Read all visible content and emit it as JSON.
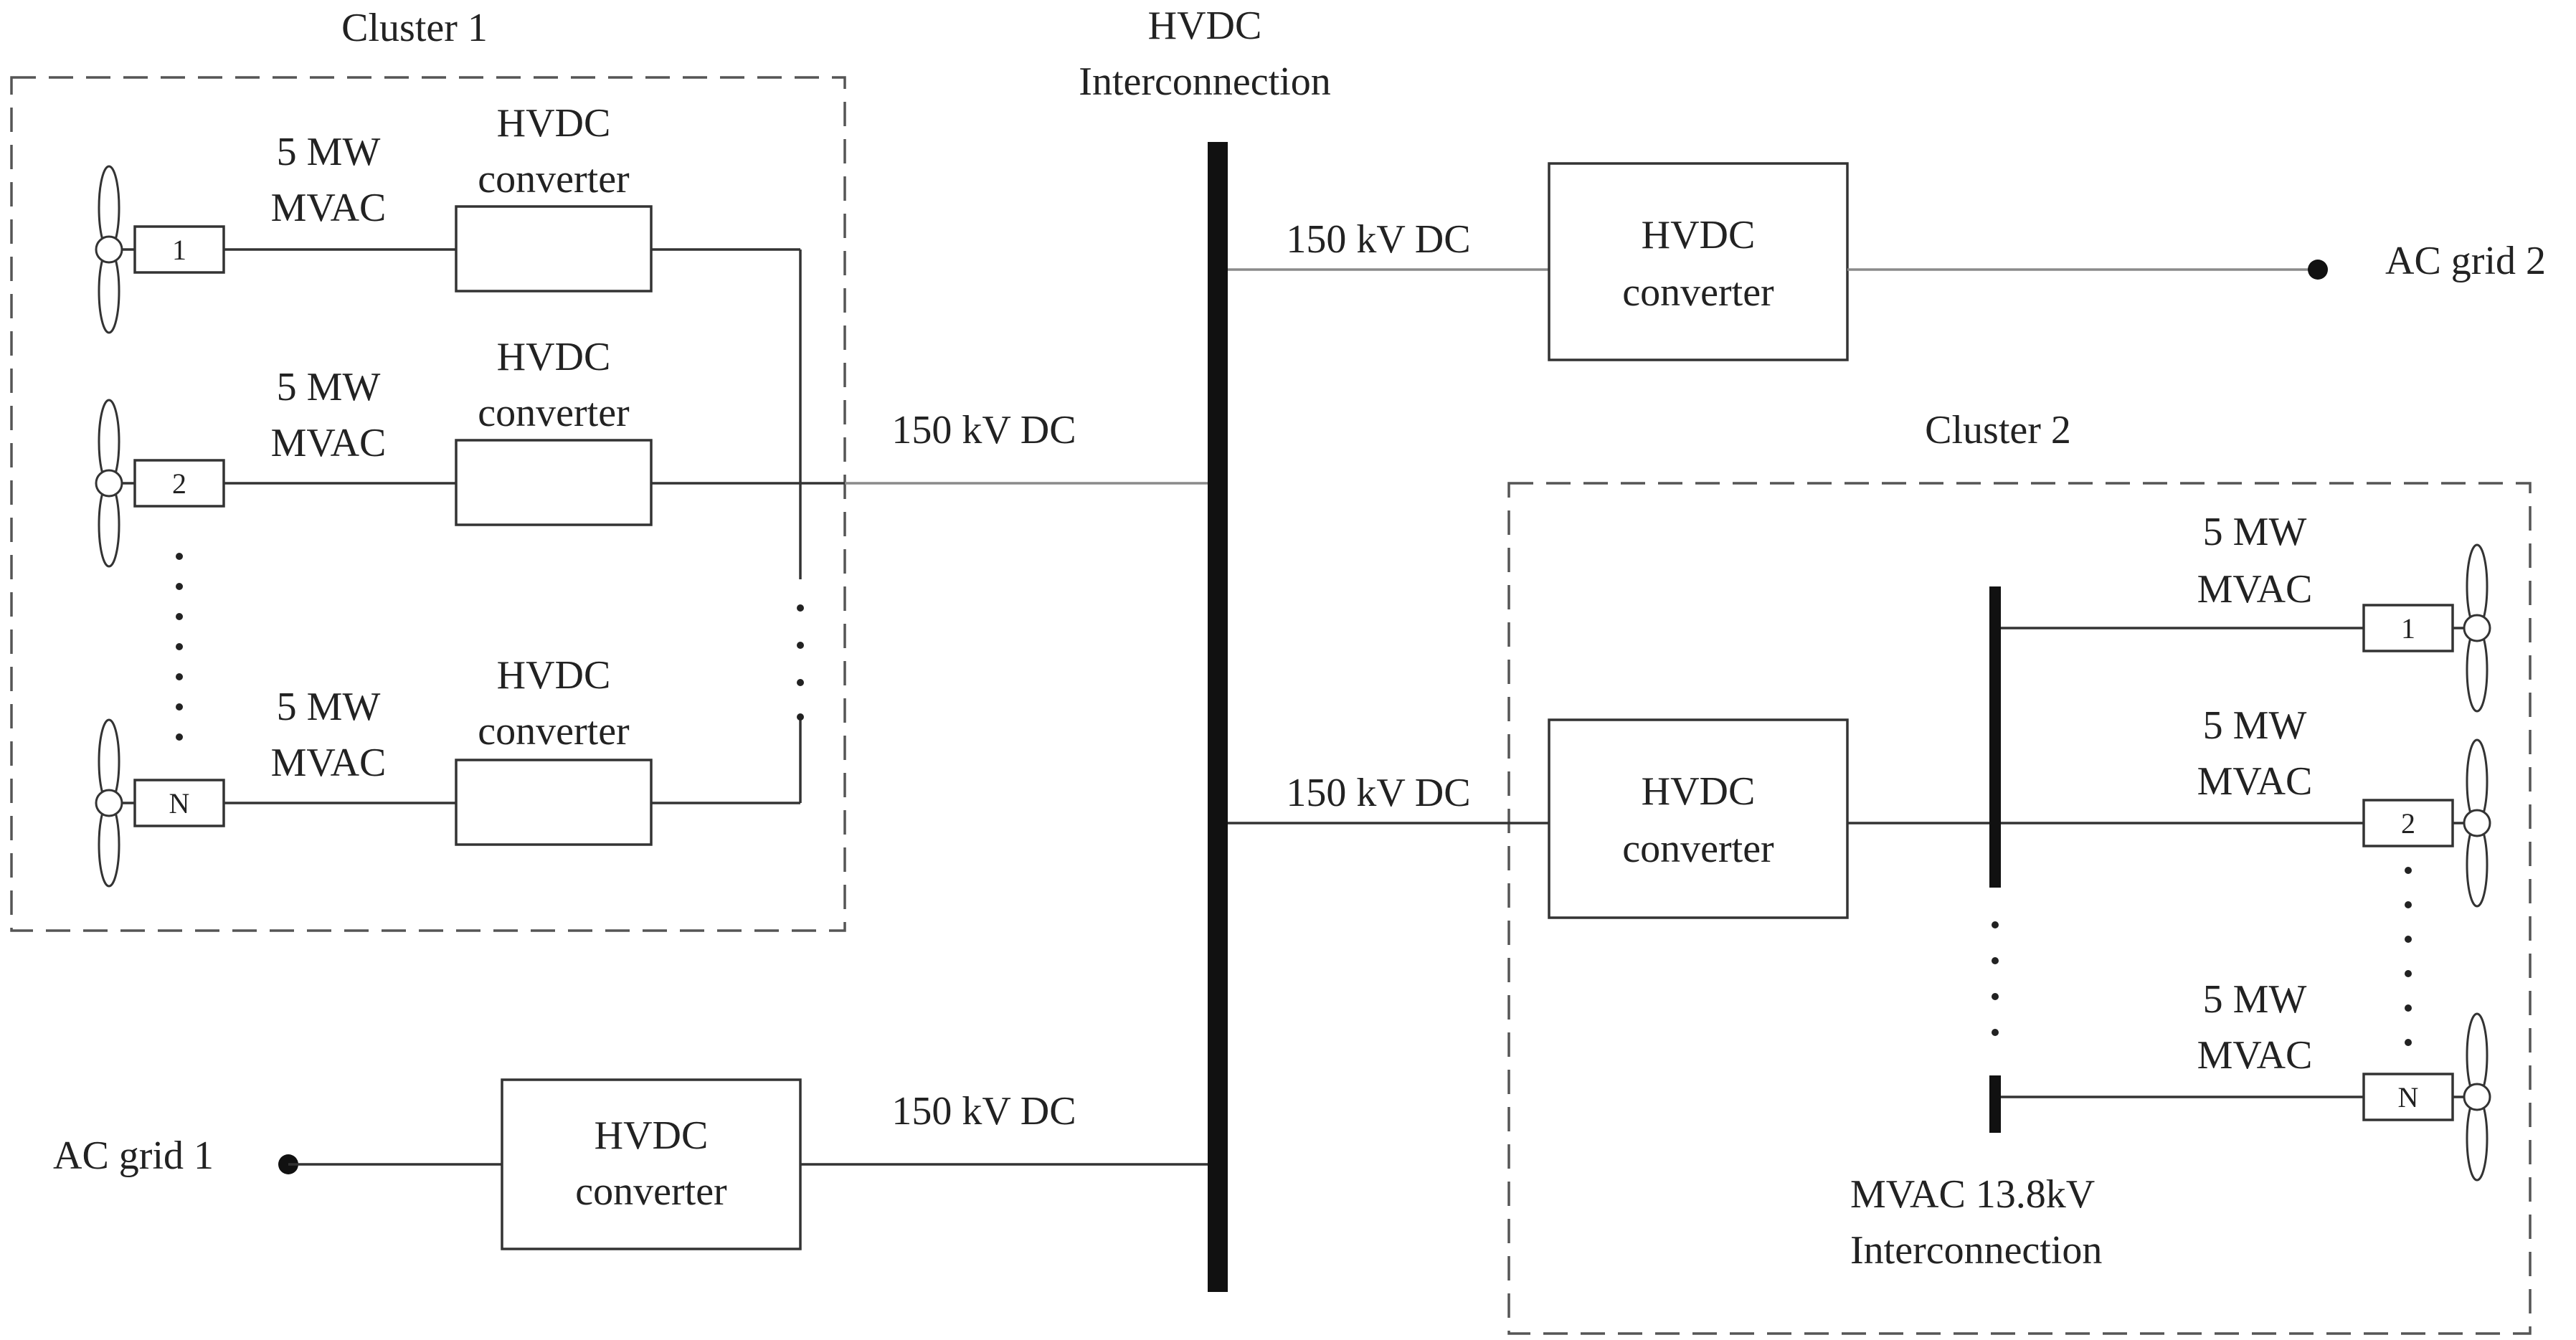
{
  "clusters": {
    "cluster1": {
      "title": "Cluster 1"
    },
    "cluster2": {
      "title": "Cluster 2"
    }
  },
  "hvdc_interconnection": {
    "line1": "HVDC",
    "line2": "Interconnection"
  },
  "mvac_interconnection": {
    "line1": "MVAC 13.8kV",
    "line2": "Interconnection"
  },
  "converter": {
    "line1": "HVDC",
    "line2": "converter"
  },
  "turbine_rating": {
    "line1": "5 MW",
    "line2": "MVAC"
  },
  "dc_link": {
    "label": "150 kV DC"
  },
  "ac_grid1": {
    "label": "AC grid 1"
  },
  "ac_grid2": {
    "label": "AC grid 2"
  },
  "turbine_ids": {
    "first": "1",
    "second": "2",
    "last": "N"
  }
}
